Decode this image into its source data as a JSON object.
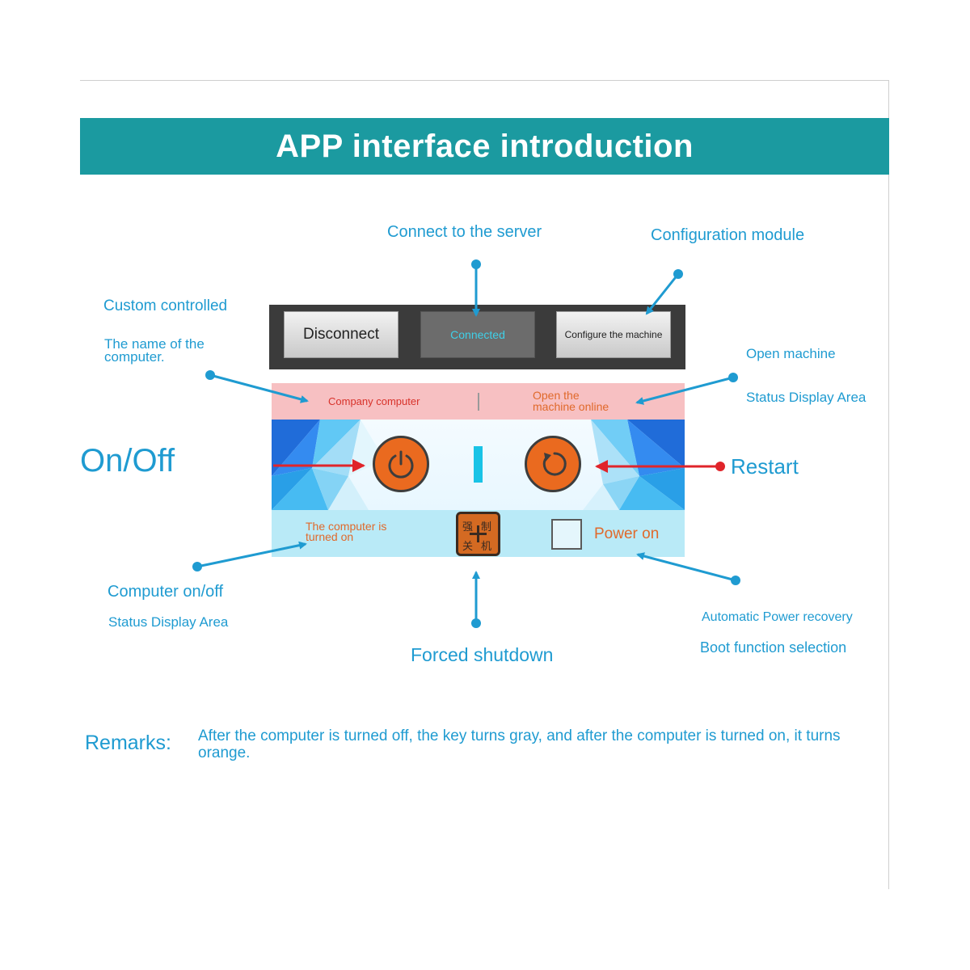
{
  "title": "APP interface introduction",
  "annotations": {
    "connect_server": "Connect to the server",
    "configuration_module": "Configuration module",
    "custom_controlled": "Custom controlled",
    "computer_name_note": "The name of the computer.",
    "open_machine": "Open machine",
    "status_display_area": "Status Display Area",
    "on_off": "On/Off",
    "restart": "Restart",
    "computer_on_off": "Computer on/off",
    "computer_status_area": "Status Display Area",
    "forced_shutdown": "Forced shutdown",
    "auto_power_recovery": "Automatic Power recovery",
    "boot_function_selection": "Boot function selection"
  },
  "app": {
    "toolbar": {
      "disconnect": "Disconnect",
      "connected": "Connected",
      "configure": "Configure the machine"
    },
    "status": {
      "computer_name": "Company computer",
      "online_state": "Open the machine online"
    },
    "lower": {
      "computer_state": "The computer is turned on",
      "force_chars": [
        "强",
        "制",
        "关",
        "机"
      ],
      "power_on_label": "Power on"
    }
  },
  "remarks": {
    "label": "Remarks:",
    "text": "After the computer is turned off, the key turns gray, and after the computer is turned on, it turns orange."
  },
  "colors": {
    "banner": "#1b9aa0",
    "annotation_text": "#1f9bd1",
    "arrow": "#1f9bd1",
    "red_arrow": "#e0242a",
    "button_orange": "#ea6a1f",
    "status_bar": "#f7c0c2"
  },
  "icons": [
    "power-icon",
    "restart-icon",
    "force-shutdown-icon"
  ]
}
